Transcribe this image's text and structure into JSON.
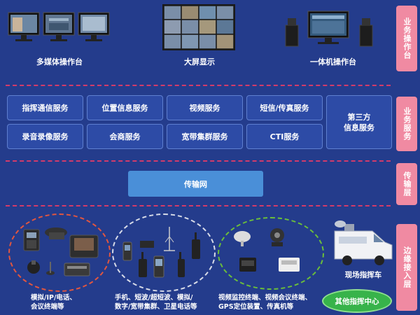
{
  "layers": {
    "business_platform": "业务操作台",
    "business_service": "业务服务",
    "transport": "传输层",
    "edge_access": "边缘接入层"
  },
  "workstations": {
    "multimedia": "多媒体操作台",
    "big_screen": "大屏显示",
    "integrated": "一体机操作台"
  },
  "services": {
    "row1": [
      "指挥通信服务",
      "位置信息服务",
      "视频服务",
      "短信/传真服务"
    ],
    "row2": [
      "录音录像服务",
      "会商服务",
      "宽带集群服务",
      "CTI服务"
    ],
    "third_party": "第三方\n信息服务"
  },
  "transport_net": "传输网",
  "edge": {
    "phones_caption": "模拟/IP/电话、\n会议终端等",
    "radios_caption": "手机、短波/超短波、模拟/\n数字/宽带集群、卫星电话等",
    "video_caption": "视频监控终端、视频会议终端、\nGPS定位装置、传真机等",
    "vehicle_label": "现场指挥车",
    "other_center": "其他指挥中心"
  },
  "colors": {
    "background": "#243c8c",
    "layer_tag": "#f08aa2",
    "divider": "#d23b6a",
    "transport": "#4a8fd8",
    "other_center": "#37b34a"
  }
}
